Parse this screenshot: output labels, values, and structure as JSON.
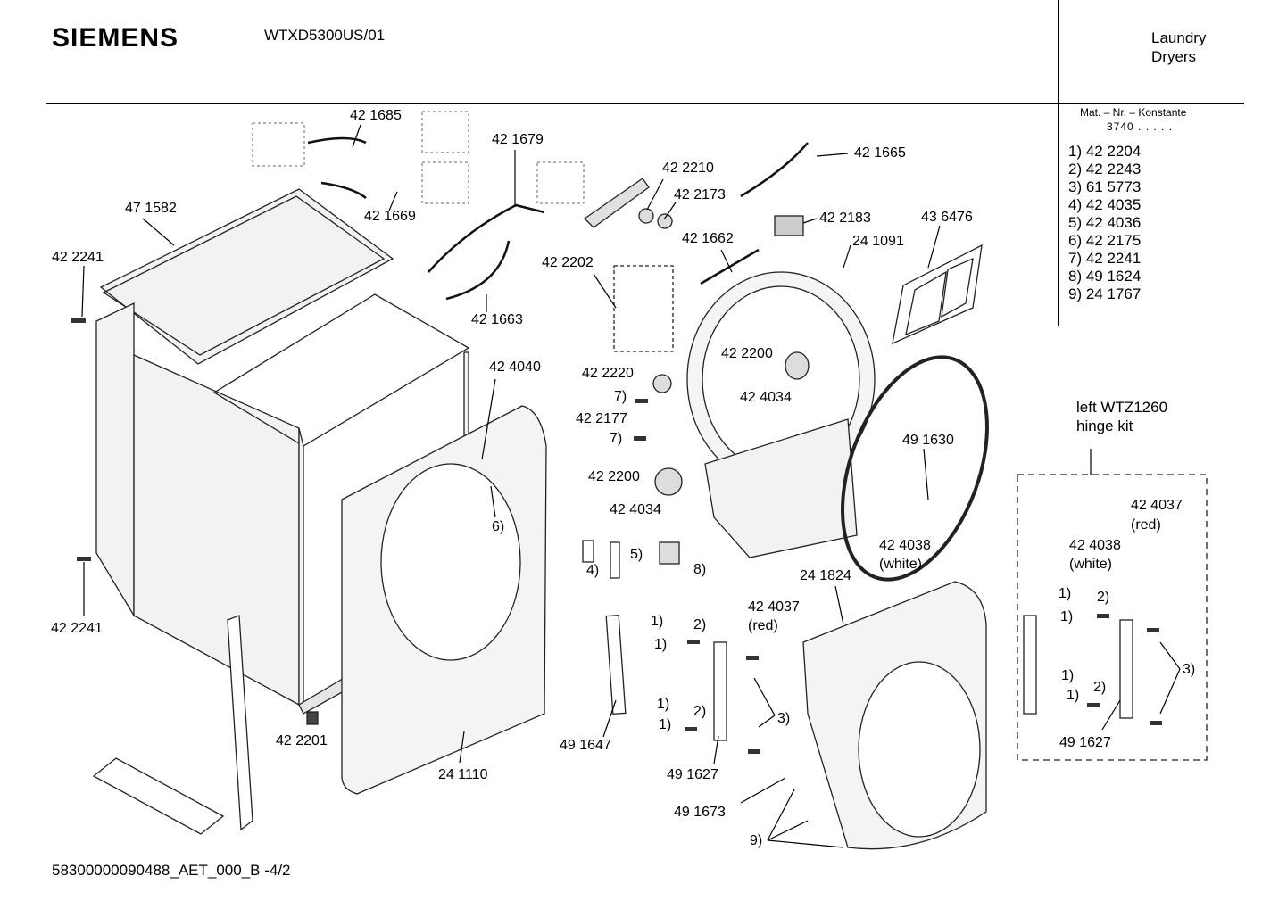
{
  "header": {
    "brand": "SIEMENS",
    "model": "WTXD5300US/01",
    "category_line1": "Laundry",
    "category_line2": "Dryers"
  },
  "constants": {
    "heading": "Mat. – Nr. – Konstante",
    "value": "3740 .  .  .  .  .",
    "items": [
      "1) 42 2204",
      "2) 42 2243",
      "3) 61 5773",
      "4) 42 4035",
      "5) 42 4036",
      "6) 42 2175",
      "7) 42 2241",
      "8) 49 1624",
      "9) 24 1767"
    ]
  },
  "hinge_kit": {
    "line1": "left WTZ1260",
    "line2": "hinge kit"
  },
  "footer": {
    "doc_id": "58300000090488_AET_000_B  -4/2"
  },
  "labels": {
    "l421685": "42 1685",
    "l421679": "42 1679",
    "l421669": "42 1669",
    "l471582": "47 1582",
    "l422241a": "42 2241",
    "l421663": "42 1663",
    "l422202": "42 2202",
    "l422210": "42 2210",
    "l422173": "42 2173",
    "l421662": "42 1662",
    "l421665": "42 1665",
    "l422183": "42 2183",
    "l241091": "24 1091",
    "l436476": "43 6476",
    "l424040": "42 4040",
    "l422220": "42 2220",
    "l7a": "7)",
    "l422177": "42 2177",
    "l7b": "7)",
    "l422200a": "42 2200",
    "l424034a": "42 4034",
    "l422200b": "42 2200",
    "l424034b": "42 4034",
    "l491630": "49 1630",
    "l6": "6)",
    "l4": "4)",
    "l5": "5)",
    "l8": "8)",
    "l422241b": "42 2241",
    "l424038a": "42 4038",
    "l424038a_sub": "(white)",
    "l241824": "24 1824",
    "l424037a": "42 4037",
    "l424037a_sub": "(red)",
    "l1a": "1)",
    "l1b": "1)",
    "l2a": "2)",
    "l1c": "1)",
    "l1d": "1)",
    "l2b": "2)",
    "l3a": "3)",
    "l491647": "49 1647",
    "l491627a": "49 1627",
    "l422201": "42 2201",
    "l241110": "24 1110",
    "l491673": "49 1673",
    "l9": "9)",
    "l424037b": "42 4037",
    "l424037b_sub": "(red)",
    "l424038b": "42 4038",
    "l424038b_sub": "(white)",
    "k1a": "1)",
    "k1b": "1)",
    "k2a": "2)",
    "k1c": "1)",
    "k1d": "1)",
    "k2b": "2)",
    "k3": "3)",
    "l491627b": "49 1627"
  }
}
